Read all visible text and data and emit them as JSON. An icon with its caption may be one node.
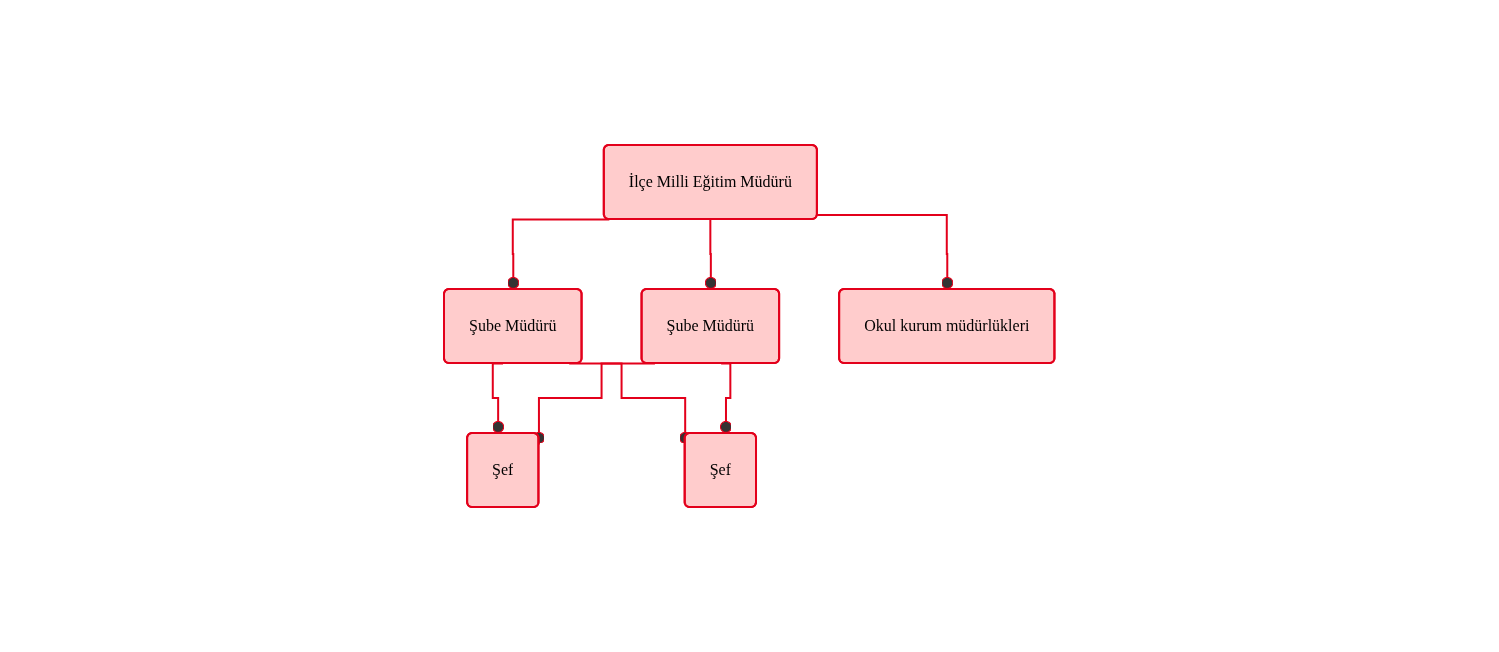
{
  "diagram": {
    "nodes": [
      {
        "text": [
          "İlçe Milli Eğitim Müdürü"
        ]
      },
      {
        "text": [
          "Şube Müdürü"
        ]
      },
      {
        "text": [
          "Şube Müdürü"
        ]
      },
      {
        "text": [
          "Okul kurum müdürlükleri"
        ]
      },
      {
        "text": [
          "Şef"
        ]
      },
      {
        "text": [
          "Şef"
        ]
      }
    ],
    "edges": [
      {
        "from": 0,
        "to": 3,
        "arrow": "other"
      },
      {
        "from": 0,
        "to": 1,
        "arrow": "other"
      },
      {
        "from": 0,
        "to": 2,
        "arrow": "other"
      },
      {
        "from": 1,
        "to": 4,
        "arrow": "other"
      },
      {
        "from": 1,
        "to": 5,
        "arrow": "other"
      },
      {
        "from": 2,
        "to": 4,
        "arrow": "other"
      },
      {
        "from": 2,
        "to": 5,
        "arrow": "other"
      }
    ]
  }
}
